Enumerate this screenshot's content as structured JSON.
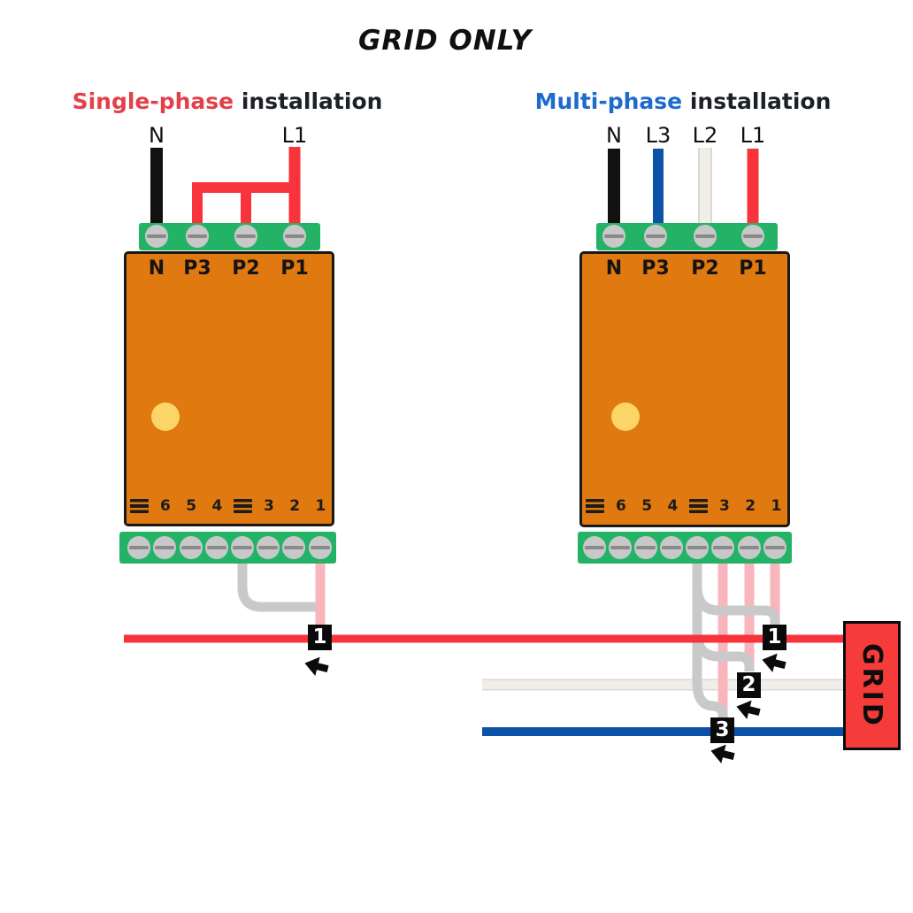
{
  "title": "GRID ONLY",
  "installations": {
    "single": {
      "heading_accent": "Single-phase",
      "heading_rest": " installation",
      "supply_labels": [
        "N",
        "L1"
      ],
      "device": {
        "top_terminals": [
          "N",
          "P3",
          "P2",
          "P1"
        ],
        "bottom_terminals": [
          "≡",
          "6",
          "5",
          "4",
          "≡",
          "3",
          "2",
          "1"
        ],
        "led": "yellow-status-led"
      },
      "ct_badges": [
        "1"
      ]
    },
    "multi": {
      "heading_accent": "Multi-phase",
      "heading_rest": " installation",
      "supply_labels": [
        "N",
        "L3",
        "L2",
        "L1"
      ],
      "device": {
        "top_terminals": [
          "N",
          "P3",
          "P2",
          "P1"
        ],
        "bottom_terminals": [
          "≡",
          "6",
          "5",
          "4",
          "≡",
          "3",
          "2",
          "1"
        ],
        "led": "yellow-status-led"
      },
      "ct_badges": [
        "1",
        "2",
        "3"
      ]
    }
  },
  "grid_label": "GRID",
  "colors": {
    "accent_single_phase": "#e2404b",
    "accent_multi_phase": "#1e6bcd",
    "l1_red": "#f8333c",
    "l2_white": "#f1eeea",
    "l3_blue": "#0d52a9",
    "neutral_black": "#111111",
    "ct_pink": "#f8b6bc",
    "ct_grey": "#c9c9c9",
    "device_orange": "#e0790f",
    "terminal_green": "#24b366",
    "led_yellow": "#fbd568",
    "grid_box_red": "#f63b3b",
    "badge_black": "#0a0a0a"
  }
}
